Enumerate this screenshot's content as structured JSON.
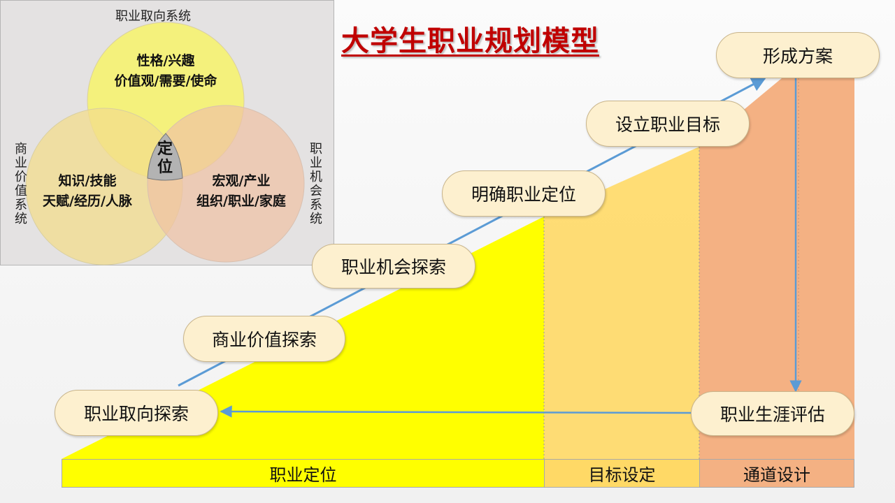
{
  "title": "大学生职业规划模型",
  "venn": {
    "top_label": "职业取向系统",
    "left_label": "商业价值系统",
    "right_label": "职业机会系统",
    "top_circle": [
      "性格/兴趣",
      "价值观/需要/使命"
    ],
    "left_circle": [
      "知识/技能",
      "天赋/经历/人脉"
    ],
    "right_circle": [
      "宏观/产业",
      "组织/职业/家庭"
    ],
    "center": [
      "定",
      "位"
    ]
  },
  "steps": [
    "职业取向探索",
    "商业价值探索",
    "职业机会探索",
    "明确职业定位",
    "设立职业目标",
    "形成方案",
    "职业生涯评估"
  ],
  "stages": [
    {
      "label": "职业定位",
      "color": "#ffff00"
    },
    {
      "label": "目标设定",
      "color": "#ffd966"
    },
    {
      "label": "通道设计",
      "color": "#f4b183"
    }
  ],
  "colors": {
    "title": "#c00000",
    "arrow": "#5b9bd5",
    "pill_fill": "#fdf0cf",
    "circle_top": "#f7f36a",
    "circle_left": "#f3dc8c",
    "circle_right": "#f0c2a4"
  }
}
